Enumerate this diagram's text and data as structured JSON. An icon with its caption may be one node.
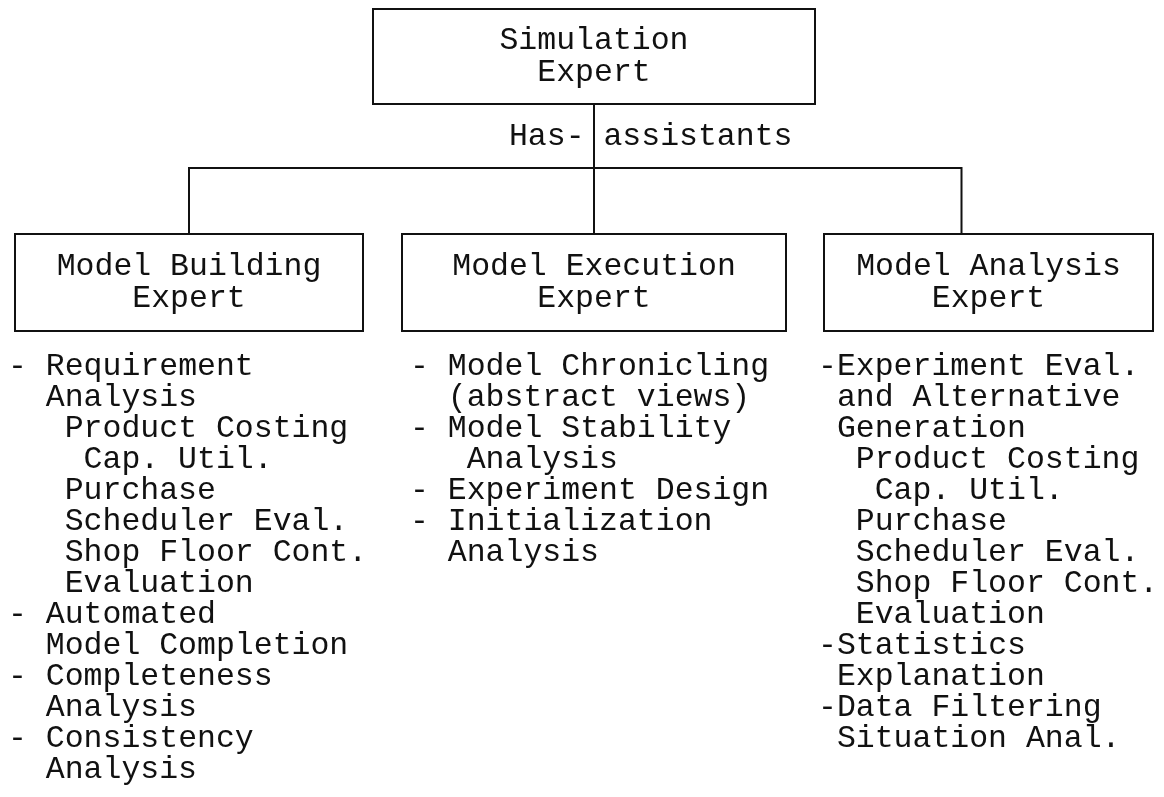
{
  "diagram": {
    "nodes": [
      {
        "text": [
          "Simulation Expert"
        ]
      },
      {
        "text": [
          "Model Building Expert"
        ],
        "beside": [
          "- Requirement Analysis",
          "Product Costing Cap. Util.",
          "Purchase Scheduler Eval.",
          "Shop Floor Cont. Evaluation",
          "- Automated Model Completion",
          "- Completeness Analysis",
          "- Consistency Analysis"
        ]
      },
      {
        "text": [
          "Model Execution Expert"
        ],
        "beside": [
          "- Model Chronicling (abstract views)",
          "- Model Stability Analysis",
          "- Experiment Design",
          "- Initialization Analysis"
        ]
      },
      {
        "text": [
          "Model Analysis Expert"
        ],
        "beside": [
          "-Experiment Eval. and Alternative Generation",
          "Product Costing Cap. Util.",
          "Purchase Scheduler Eval.",
          "Shop Floor Cont. Evaluation",
          "-Statistics Explanation",
          "-Data Filtering Situation Anal."
        ]
      }
    ],
    "edges": [
      {
        "from": 0,
        "to": 1,
        "arrow": "none"
      },
      {
        "from": 0,
        "to": 2,
        "arrow": "none",
        "label": "Has- assistants"
      },
      {
        "from": 0,
        "to": 3,
        "arrow": "none"
      }
    ]
  }
}
